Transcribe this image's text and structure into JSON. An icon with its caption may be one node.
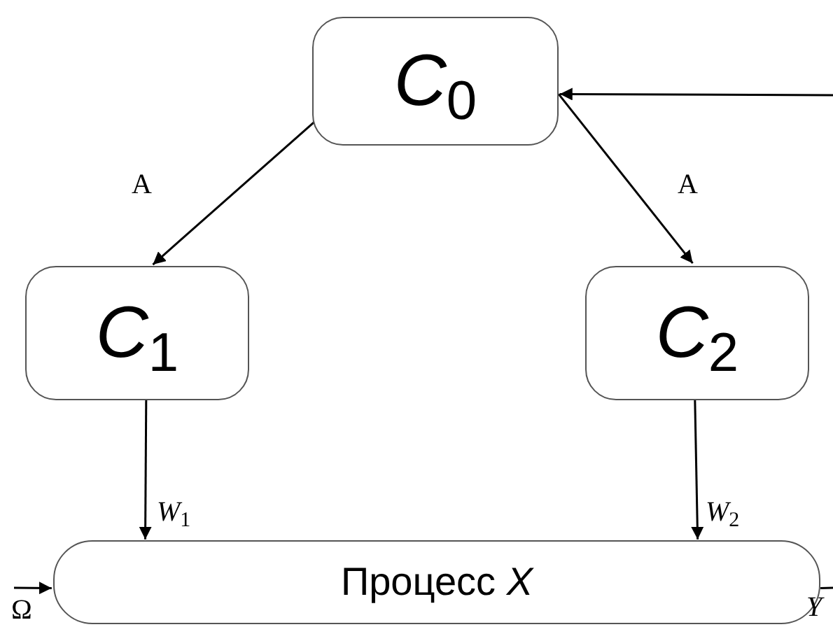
{
  "diagram": {
    "nodes": [
      {
        "text": [
          "*C*$_{0}$"
        ]
      },
      {
        "text": [
          "*C*$_{1}$"
        ]
      },
      {
        "text": [
          "*C*$_{2}$"
        ]
      },
      {
        "text": [
          "Процесс *X*"
        ]
      }
    ],
    "edges": [
      {
        "from": 0,
        "to": 1,
        "arrow": "to",
        "label": "A"
      },
      {
        "from": 0,
        "to": 2,
        "arrow": "to",
        "label": "A"
      },
      {
        "from": 1,
        "to": 3,
        "arrow": "to",
        "label": "*W*$_{1}$"
      },
      {
        "from": 2,
        "to": 3,
        "arrow": "to",
        "label": "*W*$_{2}$"
      },
      {
        "from": null,
        "to": 3,
        "arrow": "to",
        "label": "Ω"
      },
      {
        "from": 3,
        "to": null,
        "arrow": "none",
        "label": "*Y*"
      },
      {
        "from": null,
        "to": 0,
        "arrow": "to"
      }
    ]
  }
}
